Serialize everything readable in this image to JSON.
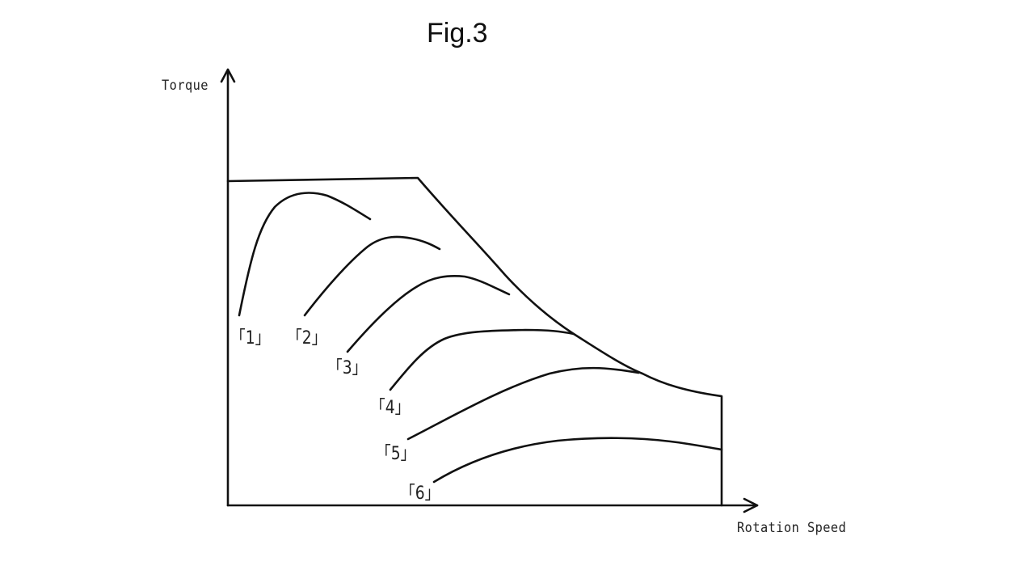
{
  "figure": {
    "title": "Fig.3",
    "y_axis_label": "Torque",
    "x_axis_label": "Rotation Speed",
    "stroke_color": "#111111",
    "background": "#ffffff"
  },
  "curves": [
    {
      "id": 1,
      "label": "「1」"
    },
    {
      "id": 2,
      "label": "「2」"
    },
    {
      "id": 3,
      "label": "「3」"
    },
    {
      "id": 4,
      "label": "「4」"
    },
    {
      "id": 5,
      "label": "「5」"
    },
    {
      "id": 6,
      "label": "「6」"
    }
  ],
  "envelope": {
    "description": "Max torque envelope: constant torque region then decreasing (constant power) region, bounded by max speed"
  }
}
